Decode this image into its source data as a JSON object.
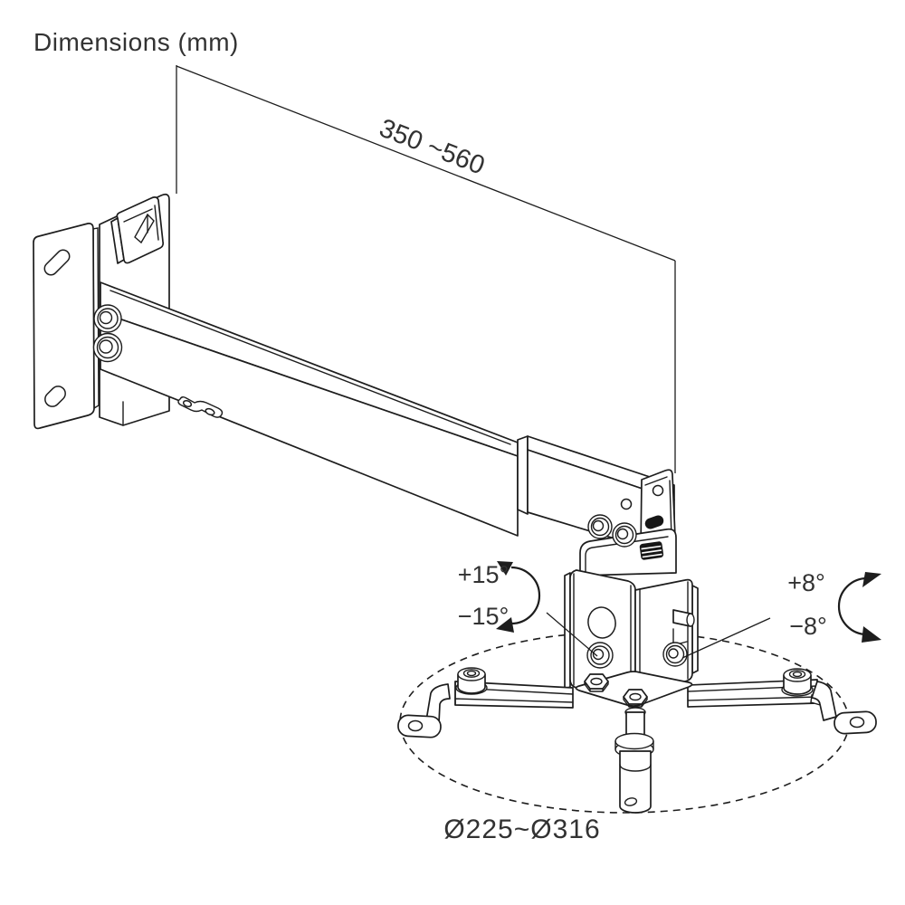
{
  "title": "Dimensions (mm)",
  "annotations": {
    "length_range": "350 ~560",
    "tilt_plus": "+15°",
    "tilt_minus": "−15°",
    "swivel_plus": "+8°",
    "swivel_minus": "−8°",
    "diameter_range": "Ø225~Ø316"
  },
  "colors": {
    "line": "#1d1d1d",
    "text": "#323232",
    "background": "#ffffff"
  }
}
